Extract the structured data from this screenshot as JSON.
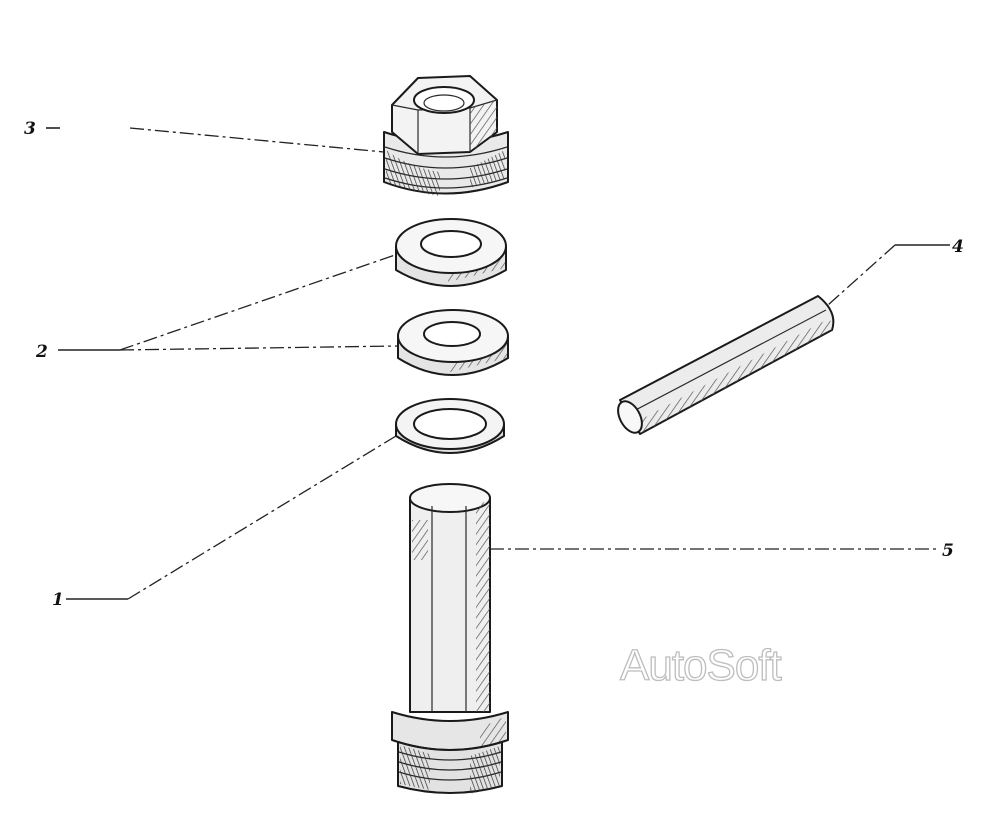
{
  "callouts": {
    "label_1": "1",
    "label_2": "2",
    "label_3": "3",
    "label_4": "4",
    "label_5": "5"
  },
  "watermark": {
    "text": "AutoSoft"
  },
  "colors": {
    "line": "#1a1a1a",
    "shade": "#4a4a4a",
    "paper": "#ffffff",
    "watermark": "#bdbdbd"
  }
}
